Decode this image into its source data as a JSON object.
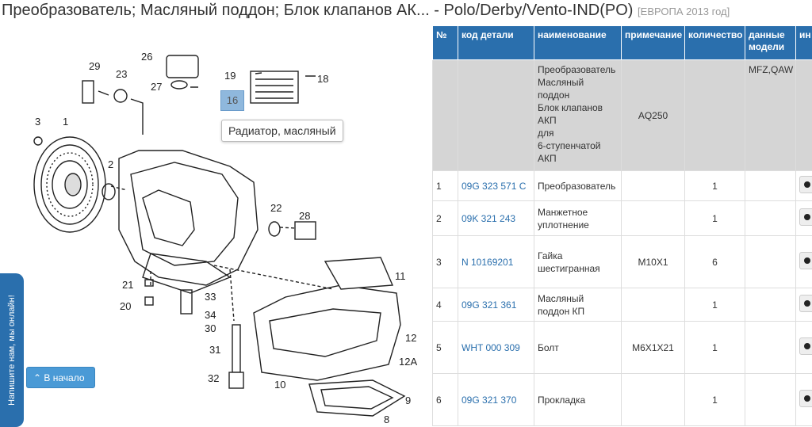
{
  "page": {
    "title": "Преобразователь; Масляный поддон; Блок клапанов АК... - Polo/Derby/Vento-IND(PO)",
    "title_suffix": "[ЕВРОПА 2013 год]"
  },
  "diagram": {
    "callouts": [
      "29",
      "23",
      "26",
      "27",
      "19",
      "18",
      "3",
      "1",
      "2",
      "22",
      "28",
      "21",
      "20",
      "33",
      "34",
      "30",
      "31",
      "32",
      "10",
      "11",
      "12",
      "12A",
      "9",
      "8"
    ],
    "selected_callout": "16",
    "tooltip": "Радиатор, масляный"
  },
  "sidebar": {
    "feedback_tab": "Напишите нам, мы онлайн!"
  },
  "buttons": {
    "back_to_top": "В начало"
  },
  "table": {
    "headers": [
      "№",
      "код детали",
      "наименование",
      "примечание",
      "количество",
      "данные модели",
      "ин"
    ],
    "group": {
      "name": "Преобразователь Масляный поддон Блок клапанов АКП для 6-ступенчатой АКП",
      "name_lines": [
        "Преобразователь",
        "Масляный",
        "поддон",
        "Блок клапанов",
        "АКП",
        "для",
        "6-ступенчатой",
        "АКП"
      ],
      "note": "AQ250",
      "model": "MFZ,QAW"
    },
    "rows": [
      {
        "no": "1",
        "code": "09G 323 571 C",
        "name": "Преобразователь",
        "note": "",
        "qty": "1"
      },
      {
        "no": "2",
        "code": "09K 321 243",
        "name": "Манжетное уплотнение",
        "note": "",
        "qty": "1"
      },
      {
        "no": "3",
        "code": "N 10169201",
        "name": "Гайка шестигранная",
        "note": "M10X1",
        "qty": "6"
      },
      {
        "no": "4",
        "code": "09G 321 361",
        "name": "Масляный поддон КП",
        "note": "",
        "qty": "1"
      },
      {
        "no": "5",
        "code": "WHT 000 309",
        "name": "Болт",
        "note": "M6X1X21",
        "qty": "1"
      },
      {
        "no": "6",
        "code": "09G 321 370",
        "name": "Прокладка",
        "note": "",
        "qty": "1"
      }
    ]
  },
  "colors": {
    "accent": "#2a6fad",
    "link": "#2a6fad",
    "group_bg": "#d5d5d5",
    "callout_bg": "#8fb8dd"
  }
}
